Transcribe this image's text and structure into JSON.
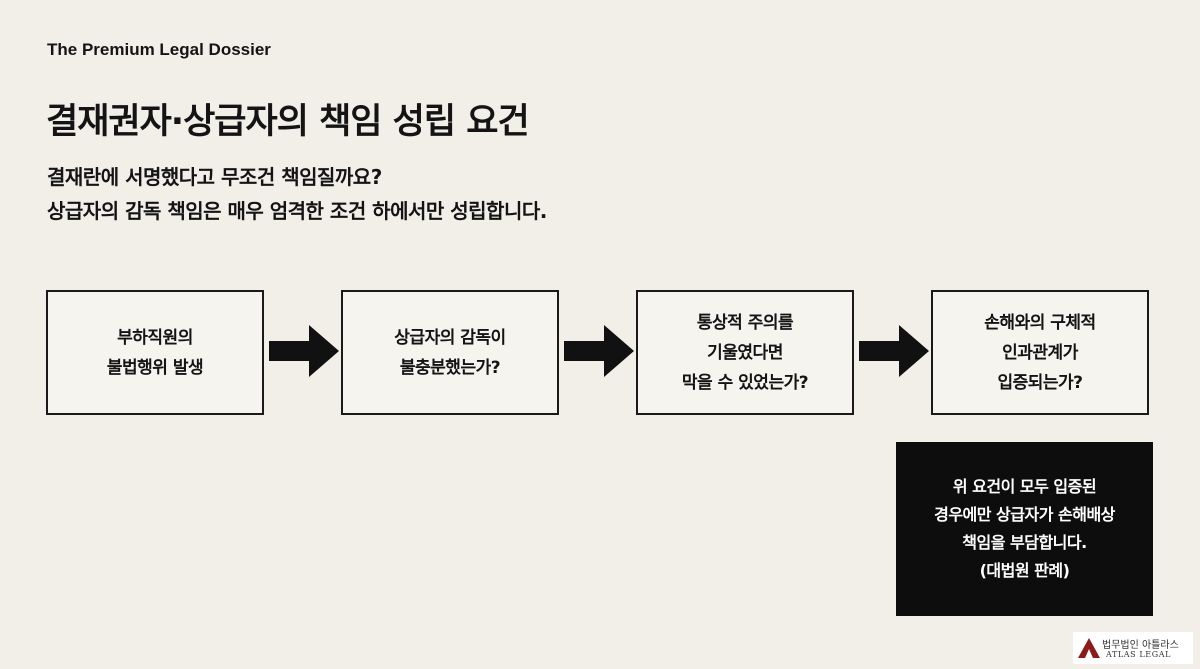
{
  "header": {
    "brand": "The Premium Legal Dossier",
    "title": "결재권자·상급자의 책임 성립 요건",
    "subtitle_lines": [
      "결재란에 서명했다고 무조건 책임질까요?",
      "상급자의 감독 책임은 매우 엄격한 조건 하에서만 성립합니다."
    ]
  },
  "steps": [
    {
      "lines": [
        "부하직원의",
        "불법행위 발생"
      ]
    },
    {
      "lines": [
        "상급자의 감독이",
        "불충분했는가?"
      ]
    },
    {
      "lines": [
        "통상적 주의를",
        "기울였다면",
        "막을 수 있었는가?"
      ]
    },
    {
      "lines": [
        "손해와의 구체적",
        "인과관계가",
        "입증되는가?"
      ]
    }
  ],
  "conclusion": {
    "lines": [
      "위 요건이 모두 입증된",
      "경우에만 상급자가 손해배상",
      "책임을 부담합니다.",
      "(대법원 판례)"
    ]
  },
  "logo": {
    "name_ko": "법무법인 아틀라스",
    "name_en": "ATLAS LEGAL"
  },
  "colors": {
    "background": "#f1efe7",
    "text": "#141414",
    "box_border": "#1a1a1a",
    "conclusion_bg": "#0d0d0d",
    "logo_accent": "#8b1a1a"
  },
  "icons": [
    "right-arrow-icon",
    "atlas-logo-icon"
  ]
}
